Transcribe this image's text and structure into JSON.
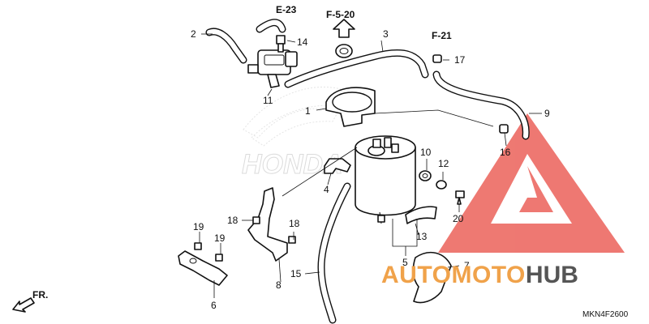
{
  "diagram": {
    "drawing_code": "MKN4F2600",
    "front_marker": "FR.",
    "references": [
      {
        "key": "e23",
        "text": "E-23"
      },
      {
        "key": "f520",
        "text": "F-5-20"
      },
      {
        "key": "f21",
        "text": "F-21"
      }
    ],
    "callouts": [
      {
        "key": "n1",
        "text": "1"
      },
      {
        "key": "n2",
        "text": "2"
      },
      {
        "key": "n3",
        "text": "3"
      },
      {
        "key": "n4",
        "text": "4"
      },
      {
        "key": "n5",
        "text": "5"
      },
      {
        "key": "n6",
        "text": "6"
      },
      {
        "key": "n7",
        "text": "7"
      },
      {
        "key": "n8",
        "text": "8"
      },
      {
        "key": "n9",
        "text": "9"
      },
      {
        "key": "n10",
        "text": "10"
      },
      {
        "key": "n11",
        "text": "11"
      },
      {
        "key": "n12",
        "text": "12"
      },
      {
        "key": "n13",
        "text": "13"
      },
      {
        "key": "n14",
        "text": "14"
      },
      {
        "key": "n15",
        "text": "15"
      },
      {
        "key": "n16",
        "text": "16"
      },
      {
        "key": "n17",
        "text": "17"
      },
      {
        "key": "n18a",
        "text": "18"
      },
      {
        "key": "n18b",
        "text": "18"
      },
      {
        "key": "n19a",
        "text": "19"
      },
      {
        "key": "n19b",
        "text": "19"
      },
      {
        "key": "n20",
        "text": "20"
      }
    ]
  },
  "watermark": {
    "brand_auto": "AUTO",
    "brand_moto": "MOTO",
    "brand_hub": "HUB",
    "background_logo_text": "HONDA",
    "triangle_color": "#e8453c",
    "auto_color": "#f0a24a",
    "hub_color": "#555555"
  }
}
